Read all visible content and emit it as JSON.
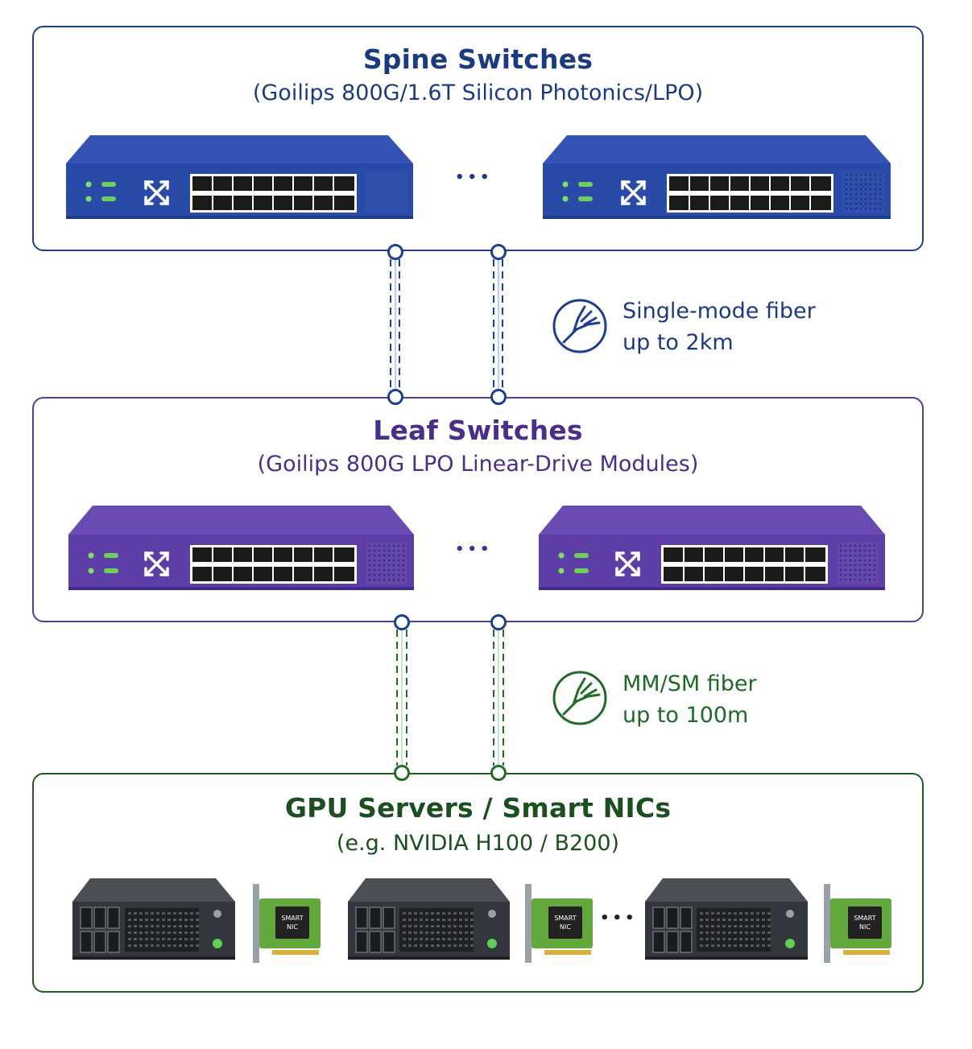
{
  "spine": {
    "title": "Spine Switches",
    "subtitle": "(Goilips 800G/1.6T Silicon Photonics/LPO)",
    "ellipsis": "•••",
    "color": "#2a4aa8"
  },
  "leaf": {
    "title": "Leaf Switches",
    "subtitle": "(Goilips 800G LPO Linear-Drive Modules)",
    "ellipsis": "•••",
    "color": "#5d3ea6"
  },
  "gpu": {
    "title": "GPU Servers / Smart NICs",
    "subtitle": "(e.g. NVIDIA H100 / B200)",
    "ellipsis": "•••",
    "nic_label_line1": "SMART",
    "nic_label_line2": "NIC"
  },
  "links": {
    "spine_leaf": {
      "line1": "Single-mode fiber",
      "line2": "up to 2km",
      "icon": "fiber-connector-icon",
      "color": "#1e3f8f"
    },
    "leaf_gpu": {
      "line1": "MM/SM fiber",
      "line2": "up to 100m",
      "icon": "fiber-connector-icon",
      "color": "#1f6b27"
    }
  }
}
